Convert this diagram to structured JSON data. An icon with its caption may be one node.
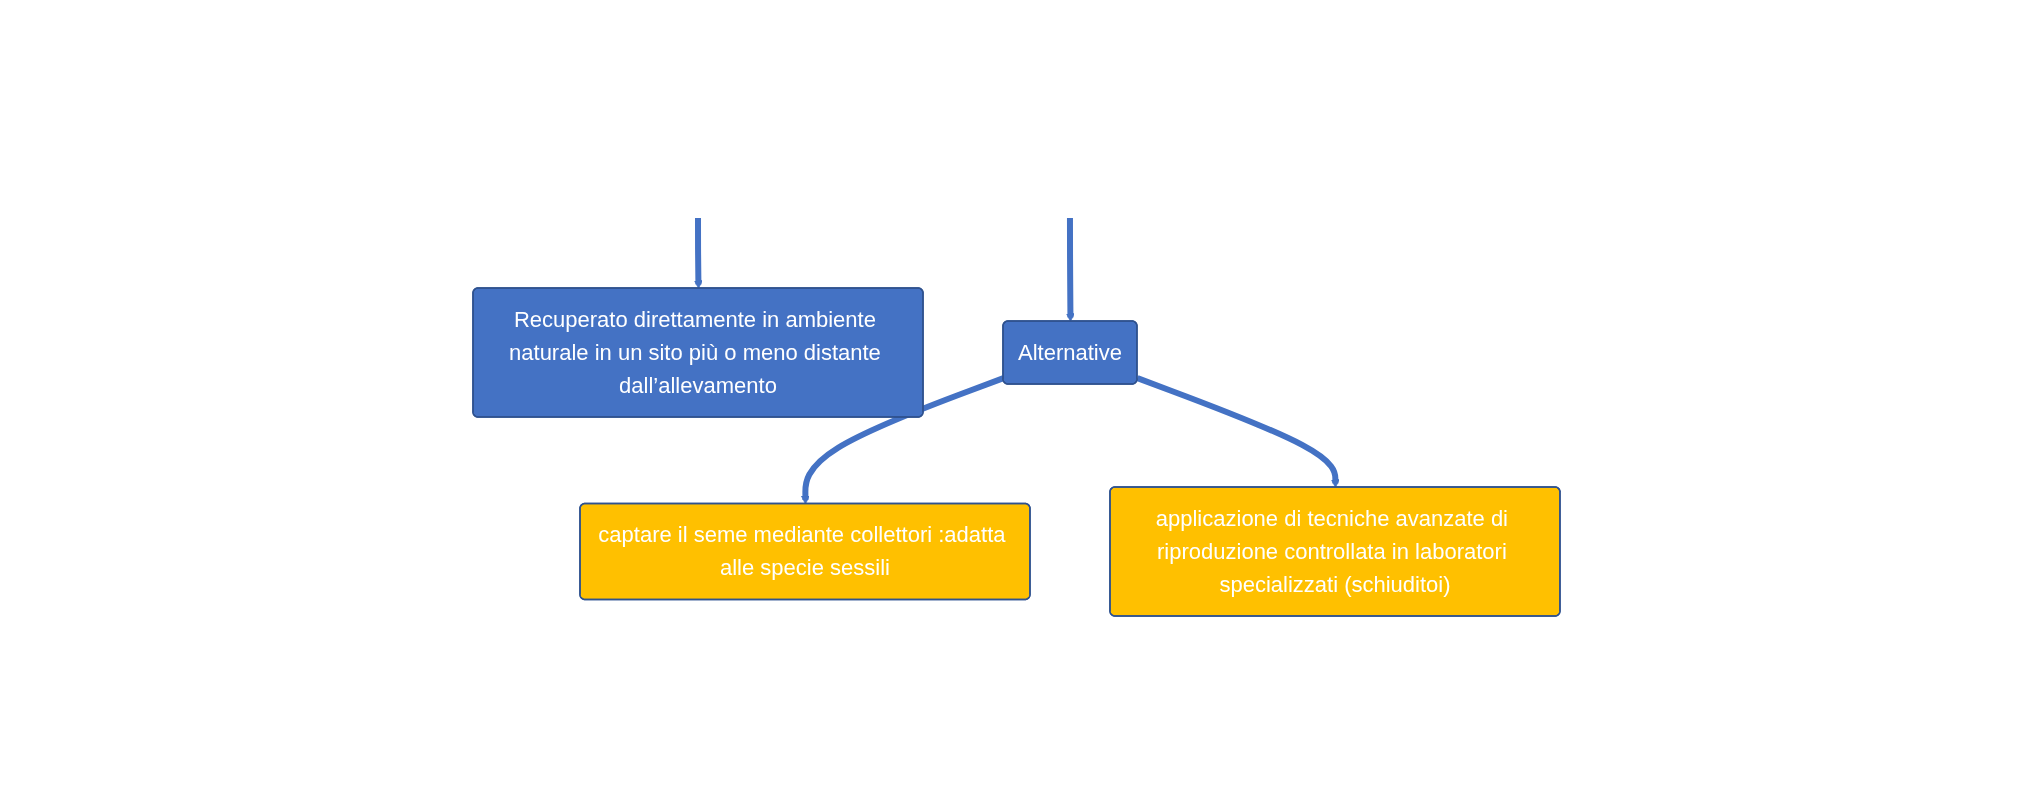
{
  "diagram": {
    "nodes": [
      {
        "text": [
          "Recuperato direttamente in ambiente naturale in un sito più o meno distante dall’allevamento"
        ]
      },
      {
        "text": [
          "Alternative"
        ]
      },
      {
        "text": [
          "captare il seme mediante collettori :adatta alle specie sessili"
        ]
      },
      {
        "text": [
          "applicazione di tecniche avanzate di riproduzione controllata in laboratori specializzati (schiuditoi)"
        ]
      }
    ],
    "edges": [
      {
        "from": null,
        "to": 0,
        "arrow": "to"
      },
      {
        "from": null,
        "to": 1,
        "arrow": "to"
      },
      {
        "from": 1,
        "to": 2,
        "arrow": "to"
      },
      {
        "from": 1,
        "to": 3,
        "arrow": "to"
      }
    ]
  }
}
